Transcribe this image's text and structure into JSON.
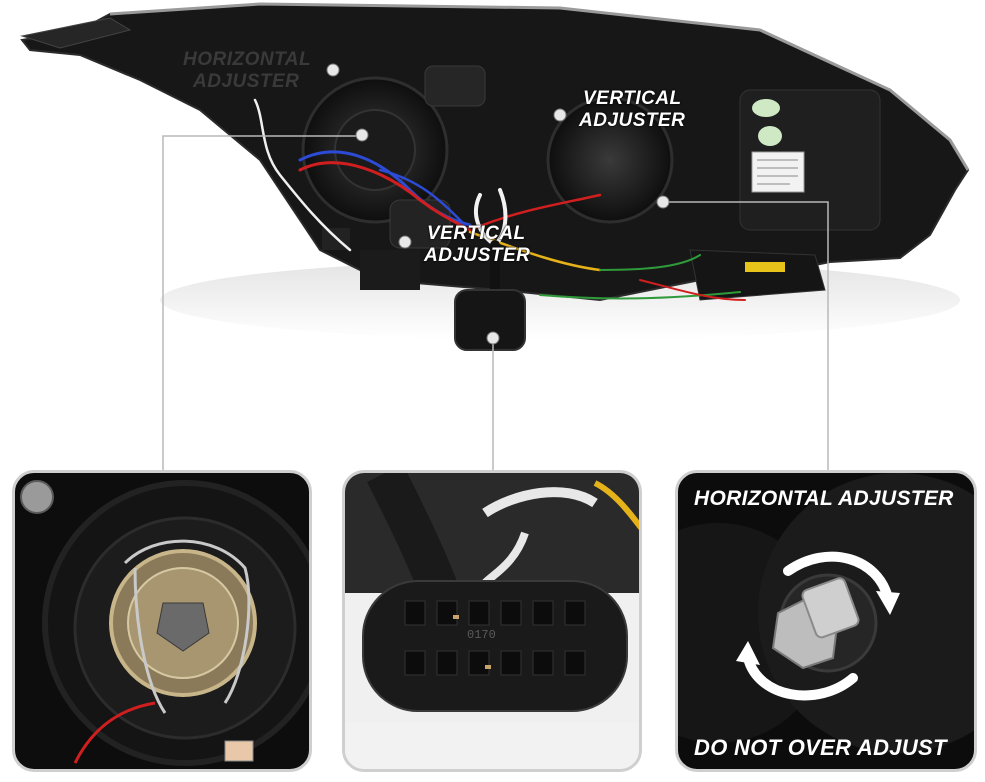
{
  "callouts": {
    "horizontal_adjuster_top": [
      "HORIZONTAL",
      "ADJUSTER"
    ],
    "vertical_adjuster_right": [
      "VERTICAL",
      "ADJUSTER"
    ],
    "vertical_adjuster_center": [
      "VERTICAL",
      "ADJUSTER"
    ]
  },
  "panels": {
    "right_top_caption": "HORIZONTAL ADJUSTER",
    "right_bottom_caption": "DO NOT OVER ADJUST",
    "connector_marking": "0170"
  },
  "colors": {
    "housing": "#1a1a1a",
    "callout_line": "#b9b9b9",
    "wire_blue": "#2c4bd6",
    "wire_red": "#d11f1f",
    "wire_yellow": "#e6b21a",
    "wire_green": "#2f9a3a"
  }
}
